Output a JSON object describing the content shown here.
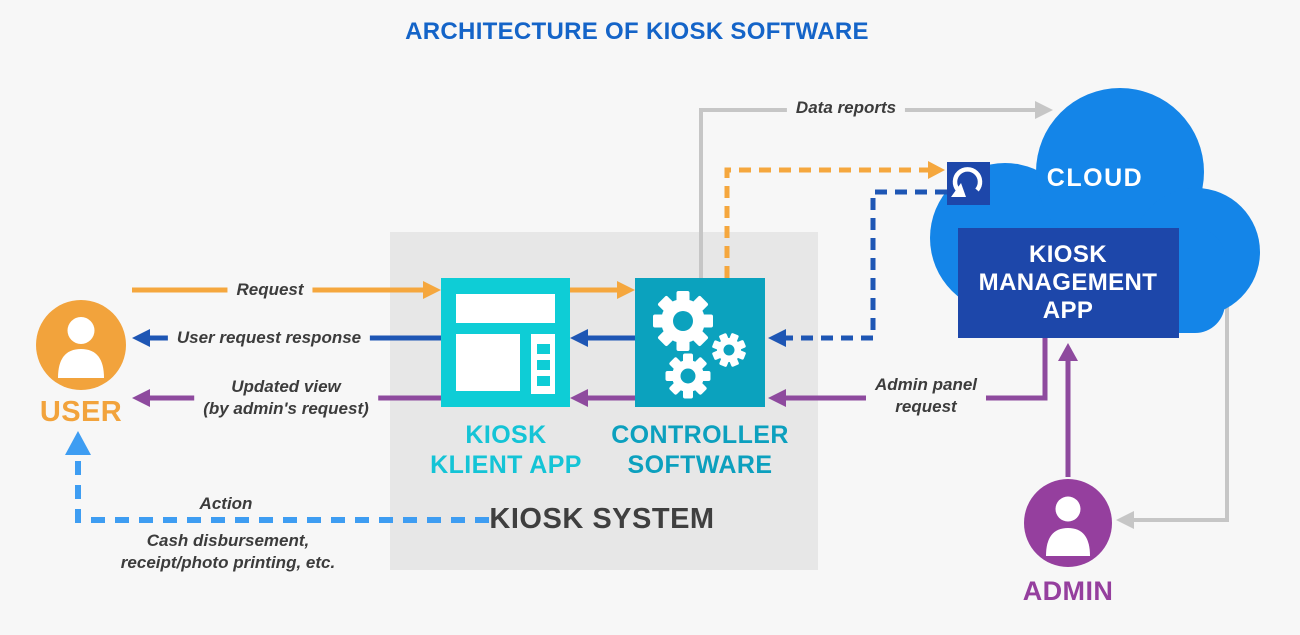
{
  "title": "ARCHITECTURE OF KIOSK SOFTWARE",
  "colors": {
    "background": "#F7F7F7",
    "title": "#1464C8",
    "orange": "#F5A73E",
    "blue": "#1E56B4",
    "purple": "#8E4A9E",
    "light_blue": "#3E9DF2",
    "cyan": "#0ECDD6",
    "teal": "#0BA2BE",
    "cyan_label": "#14C4D6",
    "teal_label": "#0CA0BE",
    "cloud_blue": "#1485E8",
    "dark_blue": "#1D47AA",
    "gray_line": "#C6C6C6",
    "gray_box": "#E7E7E7",
    "label_text": "#3C3C3C",
    "user_orange": "#F2A33C",
    "admin_purple": "#953F9E",
    "system_label": "#3F3F3F"
  },
  "nodes": {
    "user": {
      "label": "USER"
    },
    "kiosk_klient_app": {
      "label": "KIOSK\nKLIENT APP"
    },
    "controller_software": {
      "label": "CONTROLLER\nSOFTWARE"
    },
    "kiosk_system": {
      "label": "KIOSK SYSTEM"
    },
    "cloud": {
      "label": "CLOUD"
    },
    "kiosk_management_app": {
      "label": "KIOSK\nMANAGEMENT\nAPP"
    },
    "admin": {
      "label": "ADMIN"
    }
  },
  "edges": {
    "request": {
      "label": "Request"
    },
    "user_request_response": {
      "label": "User request response"
    },
    "updated_view": {
      "label": "Updated view\n(by admin's request)"
    },
    "data_reports": {
      "label": "Data reports"
    },
    "admin_panel_request": {
      "label": "Admin panel\nrequest"
    },
    "action": {
      "label": "Action",
      "sublabel": "Cash disbursement,\nreceipt/photo printing, etc."
    }
  },
  "icons": {
    "user": "person-icon",
    "admin": "person-icon",
    "kiosk_klient_app": "kiosk-screen-icon",
    "controller_software": "gears-icon",
    "cloud_sync": "sync-refresh-icon",
    "cloud": "cloud-shape"
  }
}
